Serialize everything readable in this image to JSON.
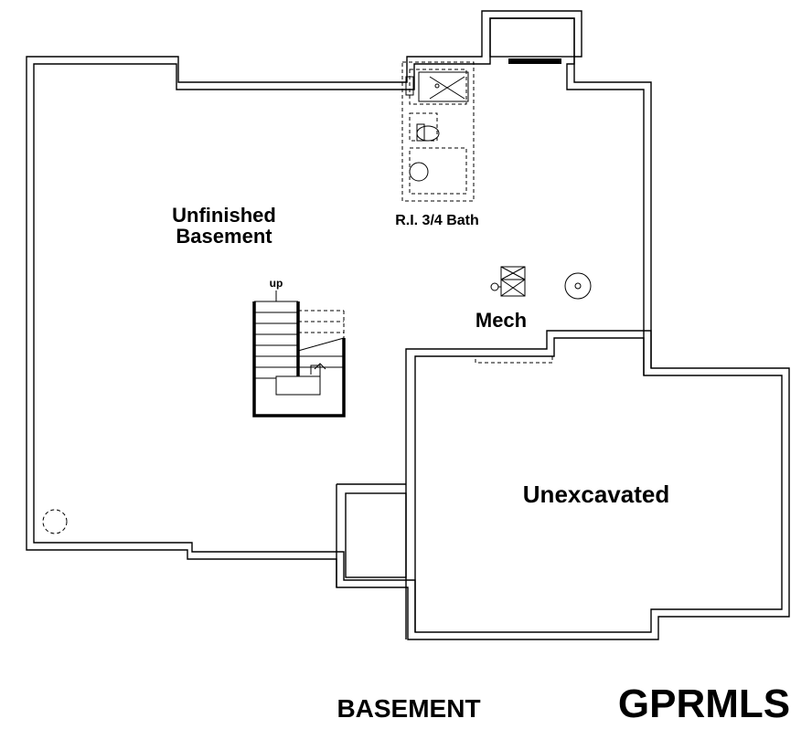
{
  "rooms": {
    "unfinished_line1": "Unfinished",
    "unfinished_line2": "Basement",
    "bath": "R.I. 3/4 Bath",
    "mech": "Mech",
    "unexcavated": "Unexcavated"
  },
  "stair": {
    "direction": "up"
  },
  "footer": {
    "floor_title": "BASEMENT",
    "brand": "GPRMLS"
  }
}
